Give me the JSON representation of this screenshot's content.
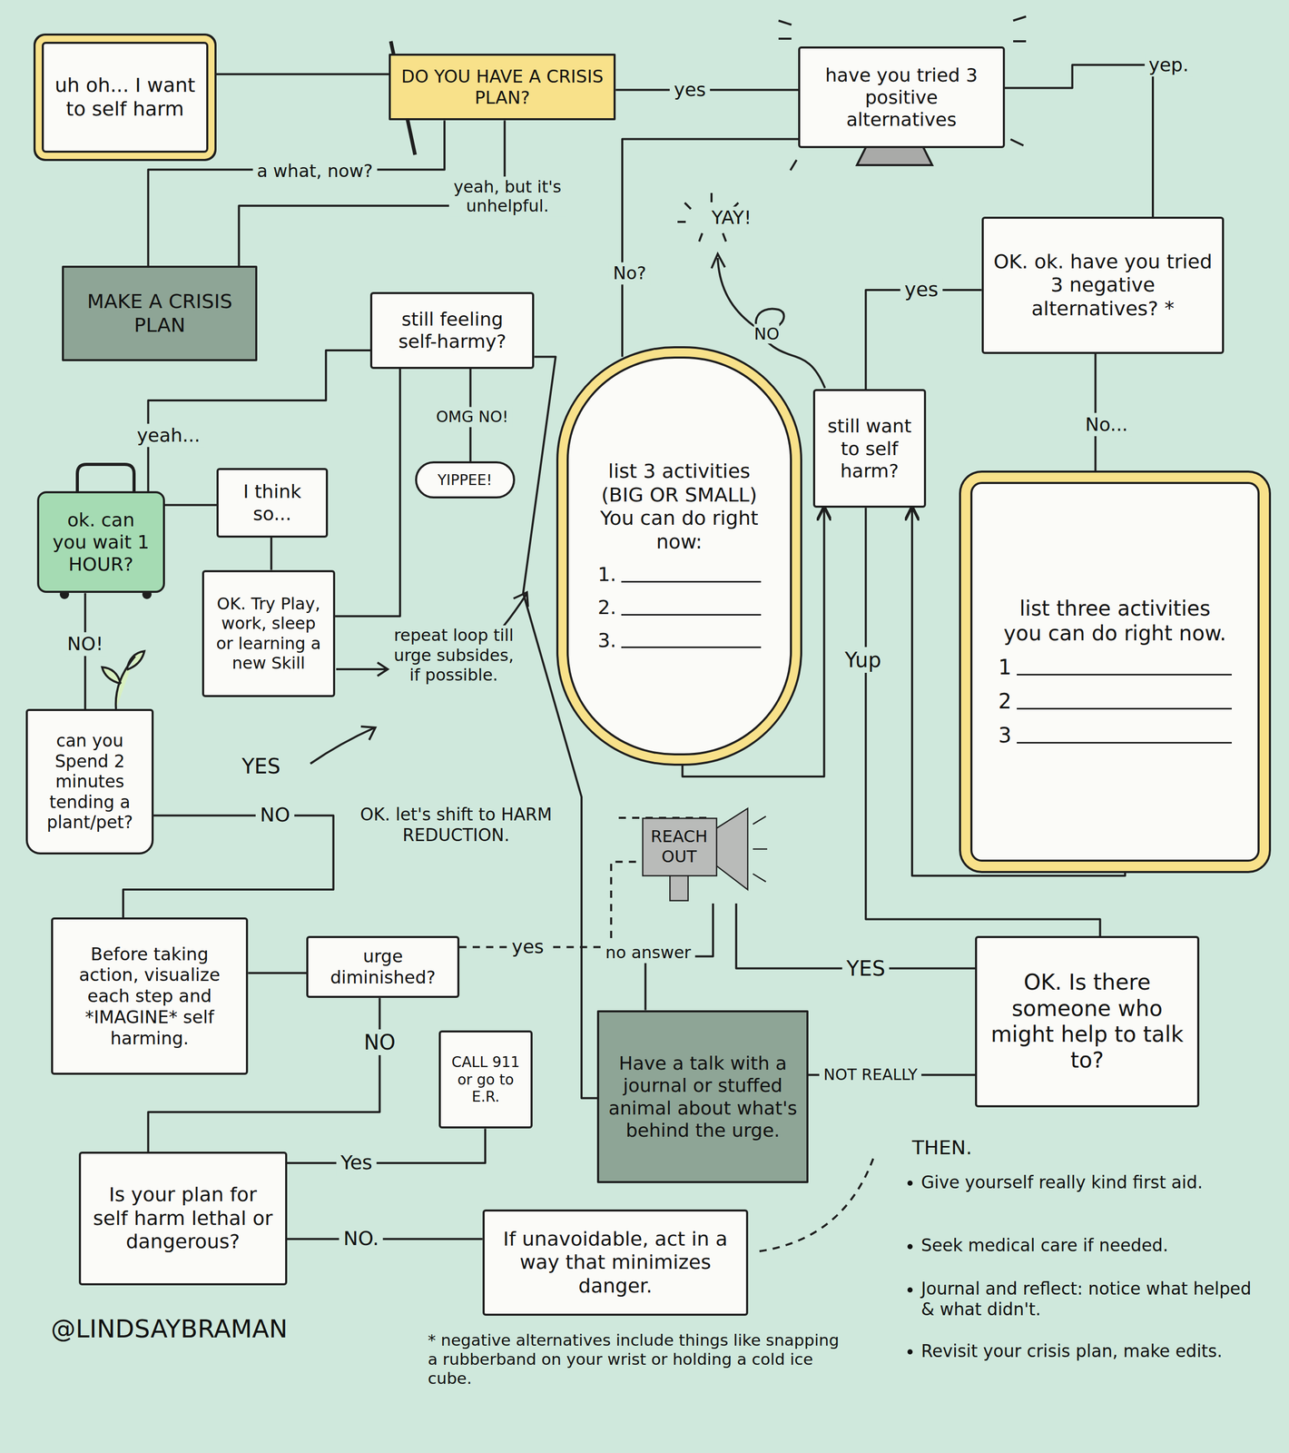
{
  "diagram": {
    "nodes": [
      {
        "text": [
          "uh oh... I want to self harm"
        ]
      },
      {
        "text": [
          "DO YOU HAVE A CRISIS PLAN?"
        ]
      },
      {
        "text": [
          "have you tried 3 positive alternatives"
        ]
      },
      {
        "text": [
          "MAKE A CRISIS PLAN"
        ]
      },
      {
        "text": [
          "still feeling self-harmy?"
        ]
      },
      {
        "text": [
          "OK. ok. have you tried 3 negative alternatives? *"
        ]
      },
      {
        "text": [
          "list 3 activities (BIG OR SMALL) You can do right now:",
          "1.",
          "2.",
          "3."
        ]
      },
      {
        "text": [
          "still want to self harm?"
        ]
      },
      {
        "text": [
          "YIPPEE!"
        ]
      },
      {
        "text": [
          "ok. can you wait 1 HOUR?"
        ]
      },
      {
        "text": [
          "I think so..."
        ]
      },
      {
        "text": [
          "OK. Try Play, work, sleep or learning a new Skill"
        ]
      },
      {
        "text": [
          "list three activities you can do right now.",
          "1",
          "2",
          "3"
        ]
      },
      {
        "text": [
          "can you Spend 2 minutes tending a plant/pet?"
        ]
      },
      {
        "text": [
          "REACH OUT"
        ]
      },
      {
        "text": [
          "Before taking action, visualize each step and *IMAGINE* self harming."
        ]
      },
      {
        "text": [
          "urge diminished?"
        ]
      },
      {
        "text": [
          "OK. Is there someone who might help to talk to?"
        ]
      },
      {
        "text": [
          "CALL 911 or go to E.R."
        ]
      },
      {
        "text": [
          "Have a talk with a journal or stuffed animal about what's behind the urge."
        ]
      },
      {
        "text": [
          "Is your plan for self harm lethal or dangerous?"
        ]
      },
      {
        "text": [
          "If unavoidable, act in a way that minimizes danger."
        ]
      }
    ],
    "edges": [
      {
        "from": 0,
        "to": 1,
        "arrow": "none"
      },
      {
        "from": 1,
        "to": 2,
        "label": "yes",
        "arrow": "none"
      },
      {
        "from": 1,
        "to": 3,
        "label": "a what, now?",
        "arrow": "none"
      },
      {
        "from": 1,
        "to": 3,
        "label": "yeah, but it's unhelpful.",
        "arrow": "none"
      },
      {
        "from": 2,
        "to": 5,
        "label": "yep.",
        "arrow": "none"
      },
      {
        "from": 2,
        "to": 6,
        "label": "No?",
        "arrow": "none"
      },
      {
        "from": 5,
        "to": 7,
        "label": "yes",
        "arrow": "none"
      },
      {
        "from": 5,
        "to": 12,
        "label": "No...",
        "arrow": "none"
      },
      {
        "from": 6,
        "to": 7,
        "arrow": "to"
      },
      {
        "from": 12,
        "to": 7,
        "arrow": "to"
      },
      {
        "from": 7,
        "to": 17,
        "label": "Yup",
        "arrow": "none"
      },
      {
        "from": 17,
        "to": 14,
        "label": "YES",
        "arrow": "none"
      },
      {
        "from": 17,
        "to": 19,
        "label": "NOT REALLY",
        "arrow": "none"
      },
      {
        "from": 14,
        "to": 19,
        "label": "no answer",
        "arrow": "none"
      },
      {
        "from": 16,
        "to": 14,
        "label": "yes",
        "arrow": "none"
      },
      {
        "from": 19,
        "to": 4,
        "arrow": "none"
      },
      {
        "from": 4,
        "to": 9,
        "label": "yeah...",
        "arrow": "none"
      },
      {
        "from": 4,
        "to": 8,
        "label": "OMG NO!",
        "arrow": "none"
      },
      {
        "from": 9,
        "to": 10,
        "arrow": "none"
      },
      {
        "from": 10,
        "to": 11,
        "arrow": "none"
      },
      {
        "from": 11,
        "to": 4,
        "arrow": "none"
      },
      {
        "from": 9,
        "to": 13,
        "label": "NO!",
        "arrow": "none"
      },
      {
        "from": 13,
        "to": 15,
        "label": "NO",
        "arrow": "none"
      },
      {
        "from": 15,
        "to": 16,
        "arrow": "none"
      },
      {
        "from": 16,
        "to": 20,
        "label": "NO",
        "arrow": "none"
      },
      {
        "from": 20,
        "to": 18,
        "label": "Yes",
        "arrow": "none"
      },
      {
        "from": 20,
        "to": 21,
        "label": "NO.",
        "arrow": "none"
      }
    ],
    "labels": [
      "YAY!",
      "NO",
      "repeat loop till urge subsides, if possible.",
      "YES",
      "OK. let's shift to HARM REDUCTION.",
      "THEN.",
      "Give yourself really kind first aid.",
      "Seek medical care if needed.",
      "Journal and reflect: notice what helped & what didn't.",
      "Revisit your crisis plan, make edits.",
      "* negative alternatives include things like snapping a rubberband on your wrist or holding a cold ice cube.",
      "@LINDSAYBRAMAN"
    ]
  }
}
